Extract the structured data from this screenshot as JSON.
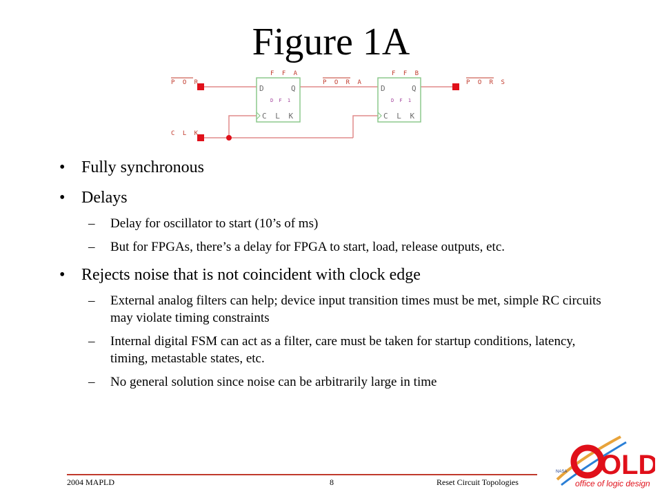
{
  "slide": {
    "title": "Figure 1A"
  },
  "schematic": {
    "input_por": "P O R",
    "input_clk": "C L K",
    "ff_a_name": "F F A",
    "ff_b_name": "F F B",
    "ff_a_type": "D F 1",
    "ff_b_type": "D F 1",
    "pin_d": "D",
    "pin_q": "Q",
    "pin_clk": "C L K",
    "net_pora": "P O R A",
    "output_pors": "P O R S",
    "wire_color": "#e08a8a",
    "port_color": "#e0101a",
    "box_color": "#8cc88c"
  },
  "bullets": [
    {
      "text": "Fully synchronous",
      "sub": []
    },
    {
      "text": "Delays",
      "sub": [
        "Delay for oscillator to start (10’s of ms)",
        "But for FPGAs, there’s a delay for FPGA to start, load, release outputs, etc."
      ]
    },
    {
      "text": "Rejects noise that is not coincident with clock edge",
      "sub": [
        "External analog filters can help; device input transition times must be met, simple RC circuits may violate timing constraints",
        "Internal digital FSM can act as a filter, care must be taken for startup conditions, latency, timing, metastable states, etc.",
        "No general solution since noise can be arbitrarily large in time"
      ]
    }
  ],
  "footer": {
    "left": "2004 MAPLD",
    "page": "8",
    "right": "Reset Circuit Topologies",
    "rule_color": "#c0392b"
  },
  "logo": {
    "wordmark": "OLD",
    "tagline": "office of logic design",
    "side_text": "NASA"
  },
  "dash_glyph": "–"
}
